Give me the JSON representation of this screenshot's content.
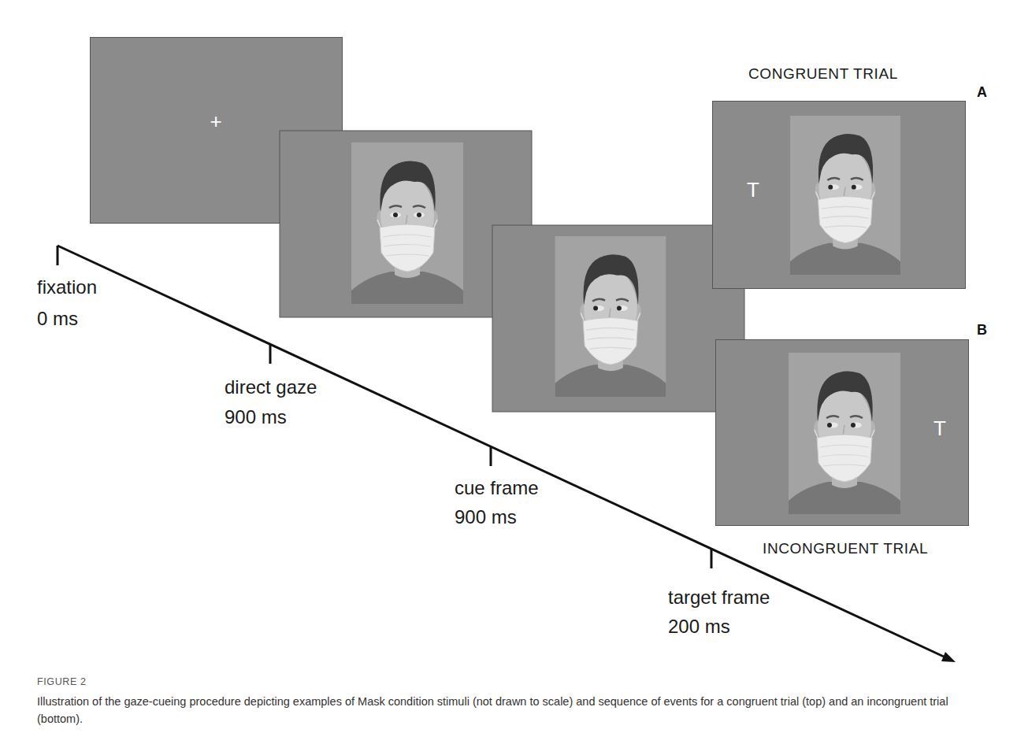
{
  "diagram": {
    "caption": "Illustration of the gaze-cueing procedure depicting examples of Mask condition stimuli (not drawn to scale) and sequence of events for a congruent trial (top) and an incongruent trial (bottom).",
    "nodes": [
      {
        "text": [
          "+"
        ]
      },
      {
        "text": [
          "T"
        ]
      },
      {
        "text": [
          "T"
        ]
      }
    ],
    "labels": [
      "CONGRUENT TRIAL",
      "A",
      "B",
      "INCONGRUENT TRIAL",
      "fixation",
      "0 ms",
      "direct gaze",
      "900 ms",
      "cue frame",
      "900 ms",
      "target frame",
      "200 ms",
      "FIGURE 2"
    ]
  }
}
